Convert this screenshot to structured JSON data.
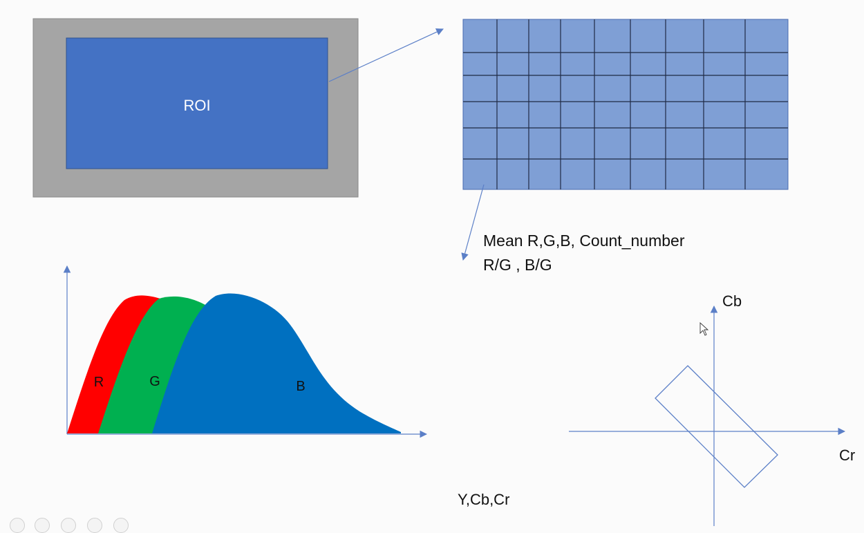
{
  "roi": {
    "label": "ROI"
  },
  "stats": {
    "line1": "Mean R,G,B, Count_number",
    "line2": "R/G , B/G"
  },
  "histogram": {
    "channels": [
      {
        "label": "R",
        "color": "#ff0000"
      },
      {
        "label": "G",
        "color": "#00b050"
      },
      {
        "label": "B",
        "color": "#0070c0"
      }
    ]
  },
  "chroma": {
    "cb_label": "Cb",
    "cr_label": "Cr",
    "color_space": "Y,Cb,Cr"
  },
  "colors": {
    "outer_frame": "#a5a5a5",
    "roi_fill": "#4472c4",
    "grid_fill": "#7f9fd5",
    "connector": "#5b7fc7"
  },
  "slide_controls": [
    "prev-icon",
    "pen-icon",
    "slides-icon",
    "zoom-icon",
    "more-icon"
  ]
}
